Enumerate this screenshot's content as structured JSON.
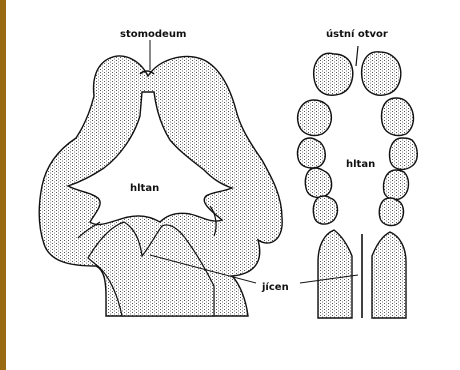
{
  "labels": {
    "stomodeum": "stomodeum",
    "ustni_otvor": "ústní otvor",
    "hltan_left": "hltan",
    "hltan_right": "hltan",
    "jicen": "jícen"
  },
  "colors": {
    "sidebar": "#9a6a12",
    "outline": "#111111",
    "stipple": "#555555",
    "background": "#ffffff"
  }
}
